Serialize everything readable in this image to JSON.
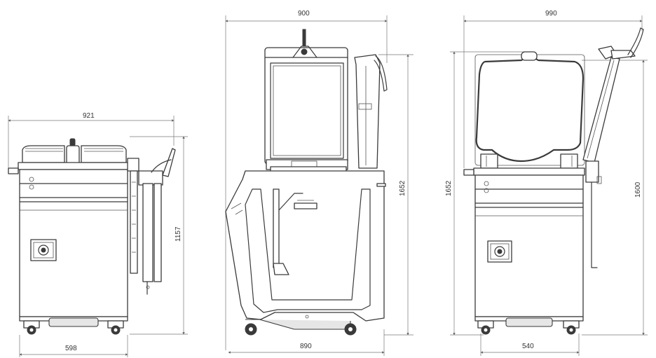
{
  "dimensions": {
    "left_width": "921",
    "left_height": "1157",
    "left_base": "598",
    "middle_width": "900",
    "middle_height": "1652",
    "middle_base": "890",
    "right_width": "990",
    "right_height_left": "1652",
    "right_height_right": "1600",
    "right_base": "540"
  }
}
